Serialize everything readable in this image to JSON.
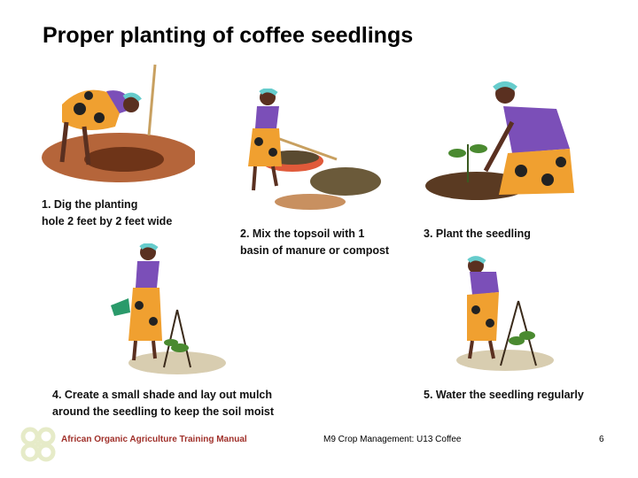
{
  "title": "Proper planting of coffee seedlings",
  "steps": [
    {
      "line1": "1. Dig the planting",
      "line2": "hole 2 feet by 2 feet wide"
    },
    {
      "line1": "2. Mix the topsoil with 1",
      "line2": "basin of manure or compost"
    },
    {
      "line1": "3. Plant the seedling"
    },
    {
      "line1": "4. Create a small shade and lay out mulch",
      "line2": "around the seedling to keep the soil moist"
    },
    {
      "line1": "5. Water the seedling regularly"
    }
  ],
  "footer": {
    "manual": "African Organic Agriculture Training Manual",
    "module": "M9 Crop Management: U13 Coffee",
    "page": "6"
  },
  "colors": {
    "manual_text": "#a0302a",
    "logo": "#e6ebc8",
    "shirt": "#7b4fb8",
    "skirt": "#f0a030",
    "soil": "#a0522d"
  }
}
